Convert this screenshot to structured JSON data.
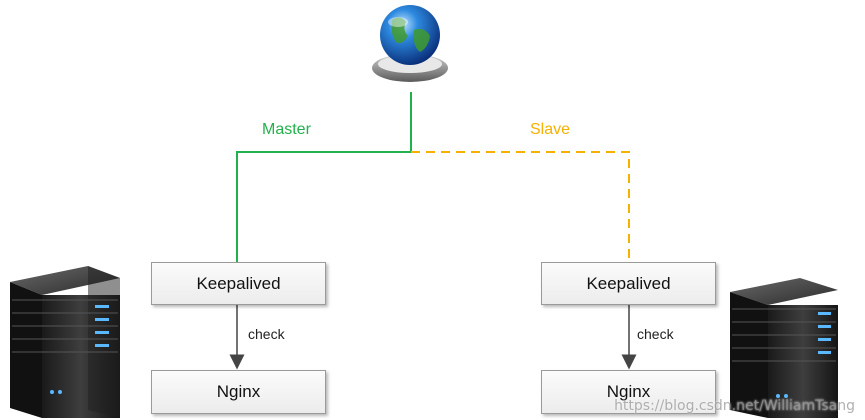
{
  "master_label": "Master",
  "slave_label": "Slave",
  "left": {
    "top_box": "Keepalived",
    "check_label": "check",
    "bottom_box": "Nginx"
  },
  "right": {
    "top_box": "Keepalived",
    "check_label": "check",
    "bottom_box": "Nginx"
  },
  "watermark": "https://blog.csdn.net/WilliamTsang",
  "colors": {
    "master": "#22b14c",
    "slave": "#f5b000",
    "arrow": "#444444"
  },
  "icons": [
    "globe-icon",
    "server-icon"
  ]
}
